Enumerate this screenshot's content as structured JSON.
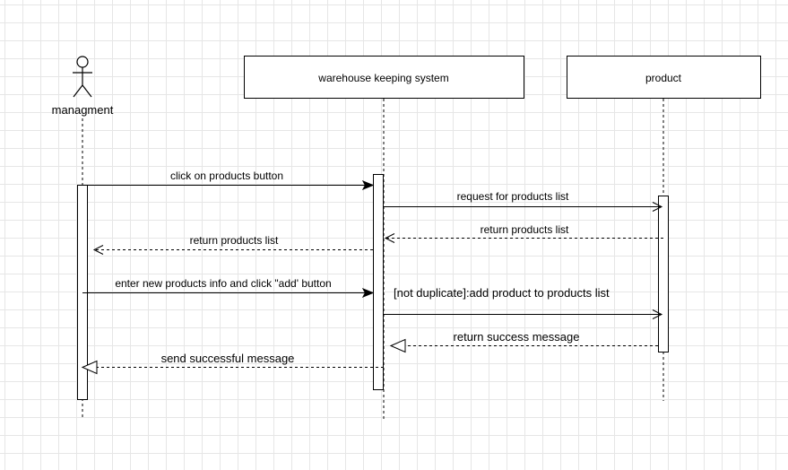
{
  "diagram": {
    "type": "sequence",
    "participants": [
      {
        "id": "management",
        "kind": "actor",
        "label": "managment"
      },
      {
        "id": "system",
        "kind": "object",
        "label": "warehouse keeping system"
      },
      {
        "id": "product",
        "kind": "object",
        "label": "product"
      }
    ],
    "messages": [
      {
        "from": "management",
        "to": "system",
        "label": "click on products button",
        "style": "solid",
        "head": "filled"
      },
      {
        "from": "system",
        "to": "product",
        "label": "request for products list",
        "style": "solid",
        "head": "filled"
      },
      {
        "from": "product",
        "to": "system",
        "label": "return products list",
        "style": "dashed",
        "head": "open"
      },
      {
        "from": "system",
        "to": "management",
        "label": "return products list",
        "style": "dashed",
        "head": "open"
      },
      {
        "from": "management",
        "to": "system",
        "label": "enter new products info and click \"add' button",
        "style": "solid",
        "head": "filled"
      },
      {
        "from": "system",
        "to": "product",
        "label": "[not duplicate]:add product to products list",
        "style": "solid",
        "head": "open"
      },
      {
        "from": "product",
        "to": "system",
        "label": "return success message",
        "style": "dashed",
        "head": "hollow-triangle"
      },
      {
        "from": "system",
        "to": "management",
        "label": "send successful message",
        "style": "dashed",
        "head": "hollow-triangle"
      }
    ]
  }
}
